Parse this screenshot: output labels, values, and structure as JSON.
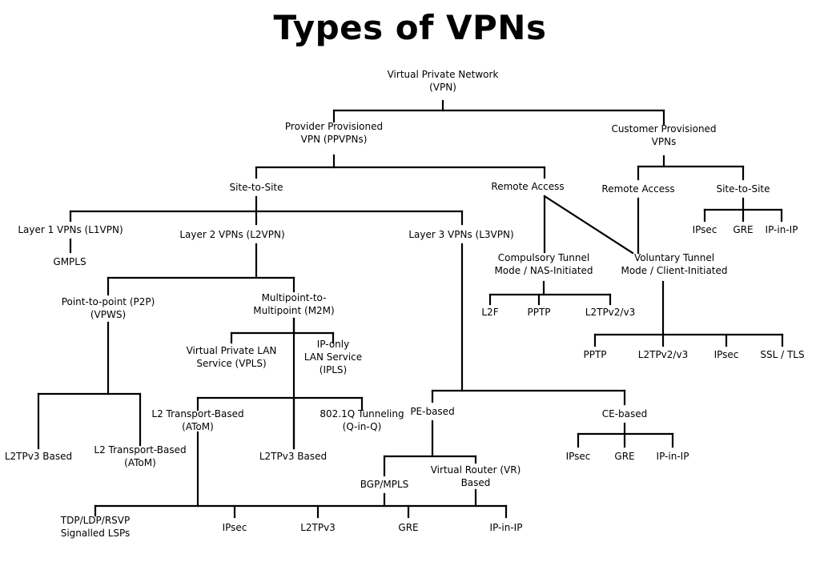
{
  "title": "Types of VPNs",
  "nodes": {
    "vpn": [
      "Virtual Private Network",
      "(VPN)"
    ],
    "ppvpn": [
      "Provider Provisioned",
      "VPN (PPVPNs)"
    ],
    "cpvpn": [
      "Customer Provisioned",
      "VPNs"
    ],
    "site_to_site": [
      "Site-to-Site"
    ],
    "remote_access": [
      "Remote Access"
    ],
    "cp_remote_access": [
      "Remote Access"
    ],
    "cp_site_to_site": [
      "Site-to-Site"
    ],
    "cp_ipsec": [
      "IPsec"
    ],
    "cp_gre": [
      "GRE"
    ],
    "cp_ipinip": [
      "IP-in-IP"
    ],
    "l1vpn": [
      "Layer 1 VPNs (L1VPN)"
    ],
    "gmpls": [
      "GMPLS"
    ],
    "l2vpn": [
      "Layer 2 VPNs (L2VPN)"
    ],
    "l3vpn": [
      "Layer 3 VPNs (L3VPN)"
    ],
    "compulsory": [
      "Compulsory Tunnel",
      "Mode / NAS-Initiated"
    ],
    "voluntary": [
      "Voluntary Tunnel",
      "Mode / Client-Initiated"
    ],
    "comp_l2f": [
      "L2F"
    ],
    "comp_pptp": [
      "PPTP"
    ],
    "comp_l2tp": [
      "L2TPv2/v3"
    ],
    "vol_pptp": [
      "PPTP"
    ],
    "vol_l2tp": [
      "L2TPv2/v3"
    ],
    "vol_ipsec": [
      "IPsec"
    ],
    "vol_ssl": [
      "SSL / TLS"
    ],
    "p2p": [
      "Point-to-point (P2P)",
      "(VPWS)"
    ],
    "m2m": [
      "Multipoint-to-",
      "Multipoint (M2M)"
    ],
    "vpls": [
      "Virtual Private LAN",
      "Service (VPLS)"
    ],
    "ipls": [
      "IP-only",
      "LAN Service",
      "(IPLS)"
    ],
    "l2transport_m": [
      "L2 Transport-Based",
      "(AToM)"
    ],
    "dot1q": [
      "802.1Q Tunneling",
      "(Q-in-Q)"
    ],
    "l2tpv3_m": [
      "L2TPv3 Based"
    ],
    "l2tpv3_p": [
      "L2TPv3 Based"
    ],
    "l2transport_p": [
      "L2 Transport-Based",
      "(AToM)"
    ],
    "pe_based": [
      "PE-based"
    ],
    "ce_based": [
      "CE-based"
    ],
    "ce_ipsec": [
      "IPsec"
    ],
    "ce_gre": [
      "GRE"
    ],
    "ce_ipinip": [
      "IP-in-IP"
    ],
    "bgp_mpls": [
      "BGP/MPLS"
    ],
    "vr_based": [
      "Virtual Router (VR)",
      "Based"
    ],
    "tdp": [
      "TDP/LDP/RSVP",
      "Signalled LSPs"
    ],
    "b_ipsec": [
      "IPsec"
    ],
    "b_l2tpv3": [
      "L2TPv3"
    ],
    "b_gre": [
      "GRE"
    ],
    "b_ipinip": [
      "IP-in-IP"
    ]
  }
}
